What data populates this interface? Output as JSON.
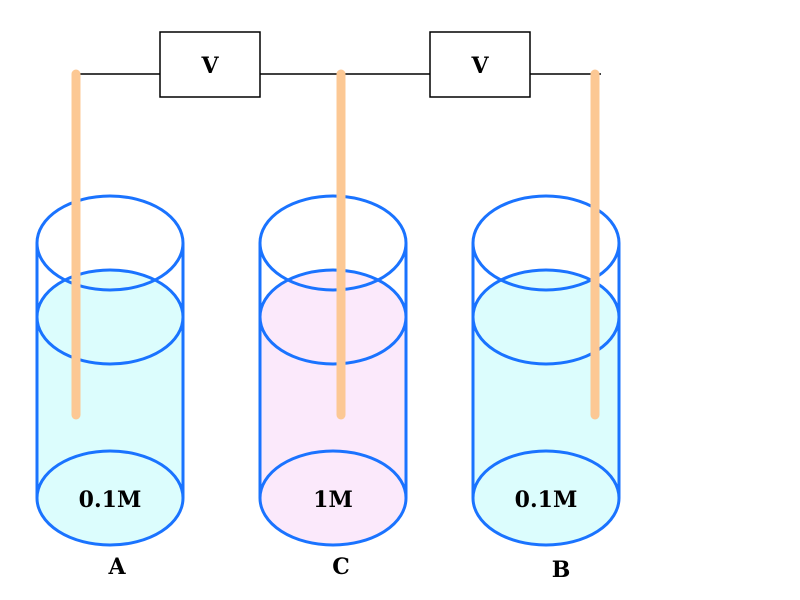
{
  "voltmeters": [
    {
      "label": "V"
    },
    {
      "label": "V"
    }
  ],
  "beakers": [
    {
      "name": "A",
      "concentration": "0.1M",
      "solution_color": "#dcfdfd"
    },
    {
      "name": "C",
      "concentration": "1M",
      "solution_color": "#fbe9fb"
    },
    {
      "name": "B",
      "concentration": "0.1M",
      "solution_color": "#dcfdfd"
    }
  ],
  "colors": {
    "beaker_outline": "#1a73ff",
    "electrode": "#fcc894",
    "wire": "#000000"
  }
}
